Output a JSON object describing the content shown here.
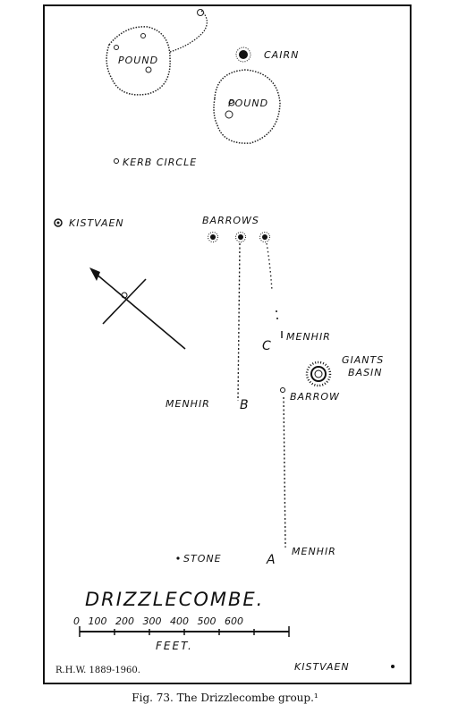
{
  "labels": {
    "pound_1": "POUND",
    "pound_2": "POUND",
    "cairn": "CAIRN",
    "kerb_circle": "KERB CIRCLE",
    "kistvaen_upper": "KISTVAEN",
    "barrows": "BARROWS",
    "menhir_c": "MENHIR",
    "letter_c": "C",
    "giants_basin_1": "GIANTS",
    "giants_basin_2": "BASIN",
    "barrow": "BARROW",
    "menhir_b": "MENHIR",
    "letter_b": "B",
    "stone": "STONE",
    "letter_a": "A",
    "menhir_a": "MENHIR",
    "kistvaen_lower": "KISTVAEN"
  },
  "title": "DRIZZLECOMBE.",
  "scale": {
    "ticks": [
      "0",
      "100",
      "200",
      "300",
      "400",
      "500",
      "600"
    ],
    "unit": "FEET."
  },
  "signature": "R.H.W. 1889-1960.",
  "caption": "Fig. 73. The Drizzlecombe group.¹"
}
